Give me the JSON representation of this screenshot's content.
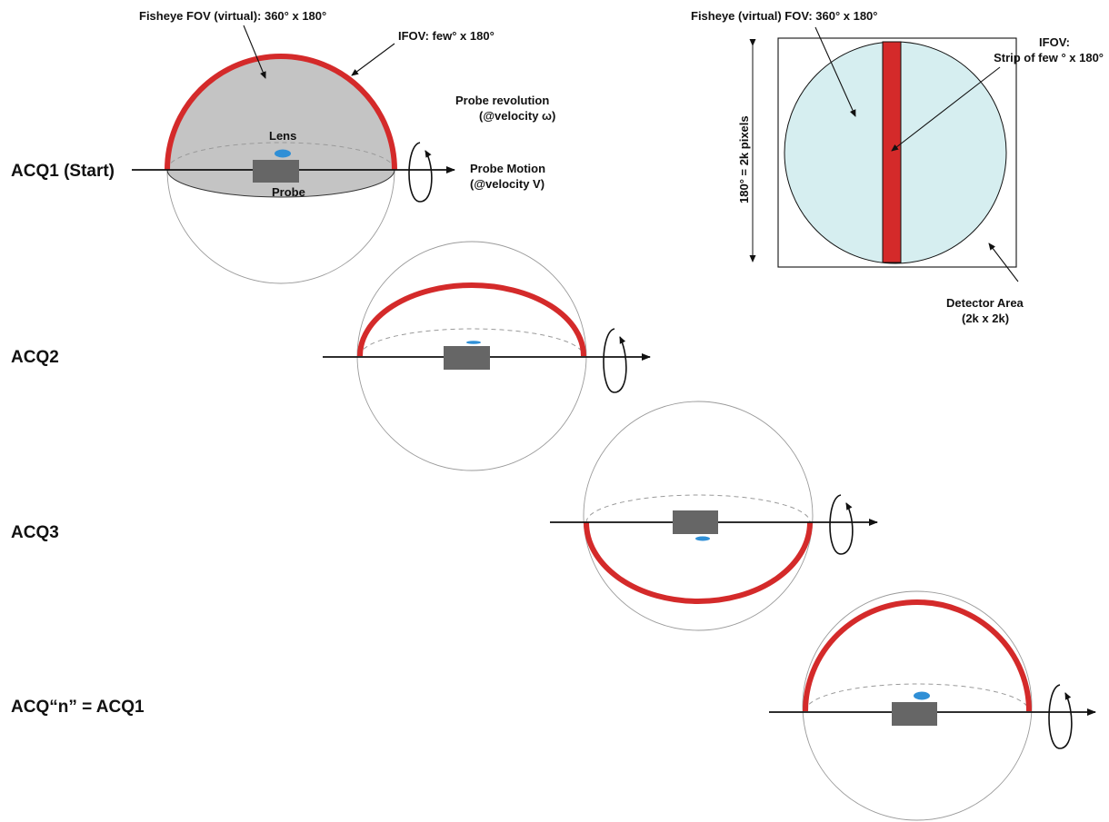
{
  "labels": {
    "fisheye_fov": "Fisheye FOV (virtual): 360° x 180°",
    "ifov": "IFOV: few° x 180°",
    "probe_revolution": "Probe revolution",
    "velocity_omega": "(@velocity ω)",
    "lens": "Lens",
    "probe": "Probe",
    "probe_motion": "Probe Motion",
    "velocity_v": "(@velocity V)"
  },
  "acquisitions": {
    "acq1": "ACQ1 (Start)",
    "acq2": "ACQ2",
    "acq3": "ACQ3",
    "acqn": "ACQ“n”  = ACQ1"
  },
  "detector": {
    "fisheye_fov": "Fisheye (virtual) FOV: 360° x 180°",
    "ifov_title": "IFOV:",
    "ifov_strip": "Strip of few ° x 180°",
    "vertical_label": "180° = 2k pixels",
    "area_title": "Detector Area",
    "area_size": "(2k x 2k)"
  },
  "colors": {
    "ifov_red": "#d42a2a",
    "hemisphere_gray": "#c4c4c4",
    "detector_fill": "#d6eef0",
    "lens_blue": "#2f8fd6",
    "probe_gray": "#666666"
  }
}
